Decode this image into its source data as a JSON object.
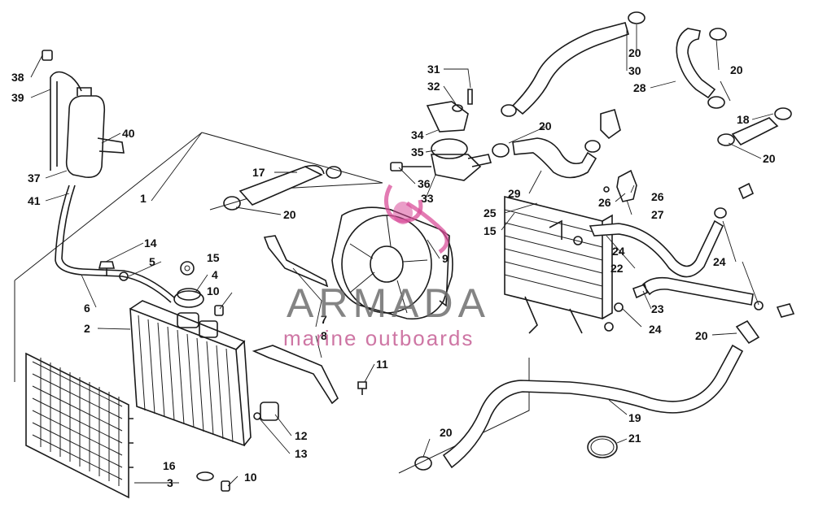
{
  "callouts": [
    "1",
    "2",
    "3",
    "4",
    "5",
    "6",
    "7",
    "8",
    "9",
    "10",
    "11",
    "12",
    "13",
    "14",
    "15",
    "16",
    "17",
    "18",
    "19",
    "20",
    "21",
    "22",
    "23",
    "24",
    "25",
    "26",
    "27",
    "28",
    "29",
    "30",
    "31",
    "32",
    "33",
    "34",
    "35",
    "36",
    "37",
    "38",
    "39",
    "40",
    "41"
  ],
  "watermark": {
    "brand": "ARMADA",
    "tagline": "marine outboards",
    "colors": {
      "brand": "#6e6e6e",
      "tagline": "#c9679a",
      "logo": "#d94f9a"
    }
  },
  "colors": {
    "line": "#1a1a1a",
    "background": "#ffffff"
  }
}
